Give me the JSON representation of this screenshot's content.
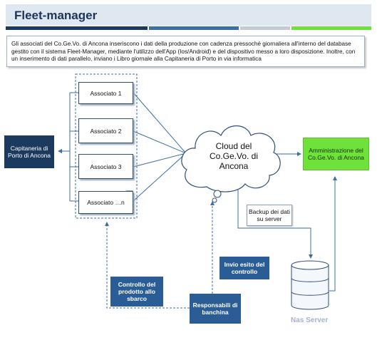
{
  "title": "Fleet-manager",
  "intro_text": "Gli associati del Co.Ge.Vo. di Ancona inseriscono i dati della produzione con cadenza pressoché giornaliera all'interno del database gestito con il sistema Fleet-Manager, mediante l'utilizzo dell'App (Ios/Android) e del dispositivo messo a loro disposizione. Inoltre, con un inserimento di dati parallelo, inviano i Libro giornale alla Capitaneria di Porto in via informatica",
  "nodes": {
    "capitaneria": "Capitaneria di Porto di Ancona",
    "associato_1": "Associato 1",
    "associato_2": "Associato 2",
    "associato_3": "Associato 3",
    "associato_n": "Associato …n",
    "cloud": "Cloud del Co.Ge.Vo. di Ancona",
    "amministrazione": "Amministrazione del Co.Ge.Vo. di Ancona",
    "backup": "Backup dei dati su server",
    "nas": "Nas Server",
    "invio_esito": "Invio esito del controllo",
    "controllo": "Controllo del prodotto allo sbarco",
    "responsabili": "Responsabili di banchina"
  },
  "colors": {
    "navy": "#1c3a5e",
    "mid_blue": "#2a5d96",
    "green": "#6ee23a",
    "line": "#3b6ea5"
  }
}
